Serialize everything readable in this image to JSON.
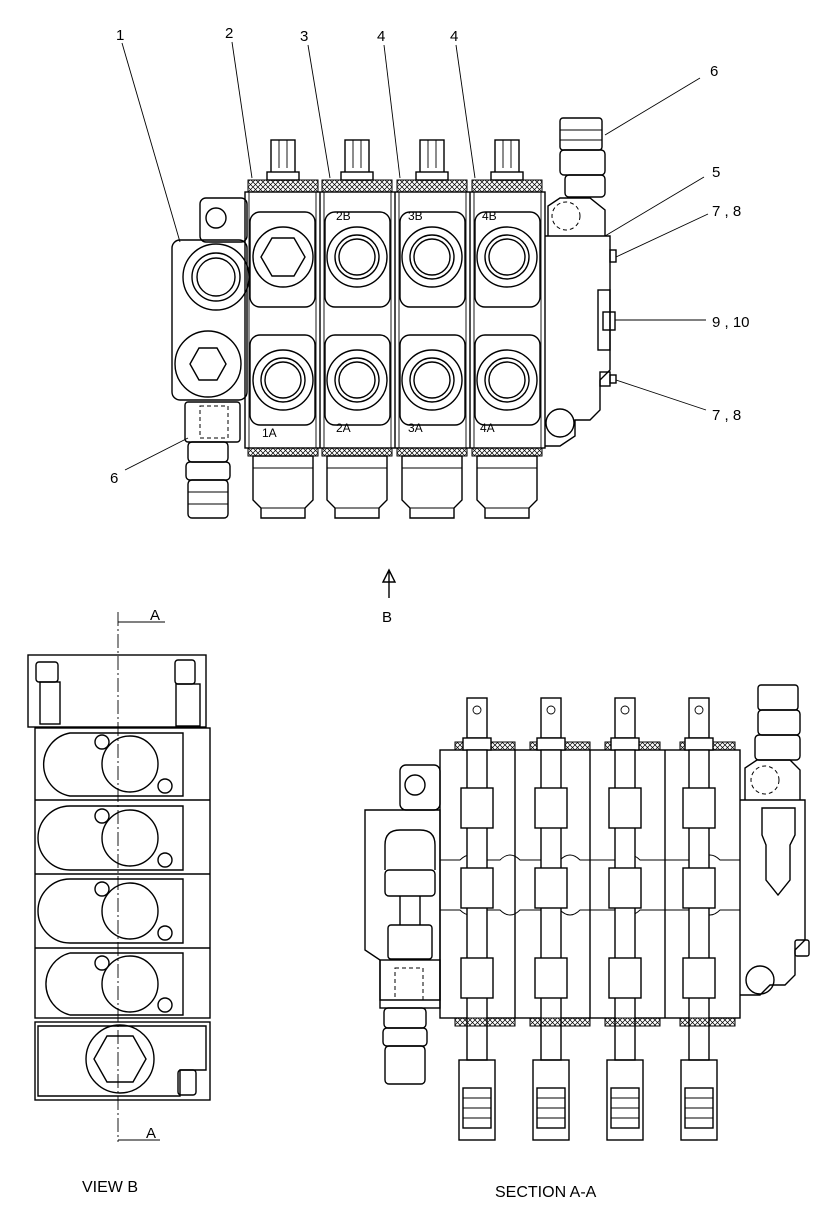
{
  "callouts": {
    "c1": "1",
    "c2": "2",
    "c3": "3",
    "c4a": "4",
    "c4b": "4",
    "c5": "5",
    "c6a": "6",
    "c6b": "6",
    "c78a": "7 , 8",
    "c78b": "7 , 8",
    "c910": "9 , 10"
  },
  "ports": {
    "p2B": "2B",
    "p3B": "3B",
    "p4B": "4B",
    "p1A": "1A",
    "p2A": "2A",
    "p3A": "3A",
    "p4A": "4A"
  },
  "view_arrow_label": "B",
  "section_marks": {
    "top": "A",
    "bottom": "A"
  },
  "captions": {
    "view_b": "VIEW B",
    "section_aa": "SECTION A-A"
  }
}
